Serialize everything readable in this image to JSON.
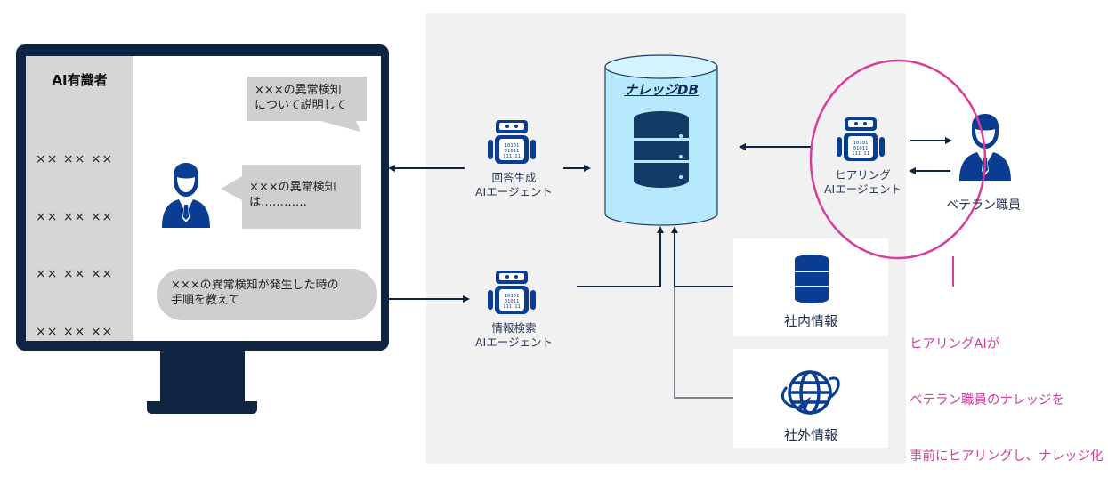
{
  "colors": {
    "navy": "#0e2440",
    "icon_blue": "#0a3d91",
    "db_fill": "#b6e9fb",
    "db_icon": "#143a66",
    "panel_gray": "#f1f1f1",
    "bubble_gray": "#cfcfcf",
    "pink": "#d63d9b",
    "line_gray": "#7d8590"
  },
  "monitor": {
    "sidebar": {
      "title": "AI有識者",
      "rows": [
        "×× ×× ××",
        "×× ×× ××",
        "×× ×× ××",
        "×× ×× ××"
      ]
    },
    "bubbles": {
      "question_top": [
        "×××の異常検知",
        "について説明して"
      ],
      "answer": [
        "×××の異常検知",
        "は…………"
      ],
      "question_bottom": [
        "×××の異常検知が発生した時の",
        "手順を教えて"
      ]
    },
    "user_icon": "person-icon"
  },
  "agents": {
    "answer": {
      "line1": "回答生成",
      "line2": "AIエージェント",
      "icon": "robot-icon"
    },
    "search": {
      "line1": "情報検索",
      "line2": "AIエージェント",
      "icon": "robot-icon"
    },
    "hearing": {
      "line1": "ヒアリング",
      "line2": "AIエージェント",
      "icon": "robot-icon"
    }
  },
  "knowledge_db": {
    "title": "ナレッジDB",
    "icon": "database-server-icon"
  },
  "sources": {
    "internal": {
      "label": "社内情報",
      "icon": "database-icon"
    },
    "external": {
      "label": "社外情報",
      "icon": "globe-icon"
    }
  },
  "veteran": {
    "label": "ベテラン職員",
    "icon": "person-icon"
  },
  "annotation": {
    "lines": [
      "ヒアリングAIが",
      "ベテラン職員のナレッジを",
      "事前にヒアリングし、ナレッジ化"
    ]
  }
}
